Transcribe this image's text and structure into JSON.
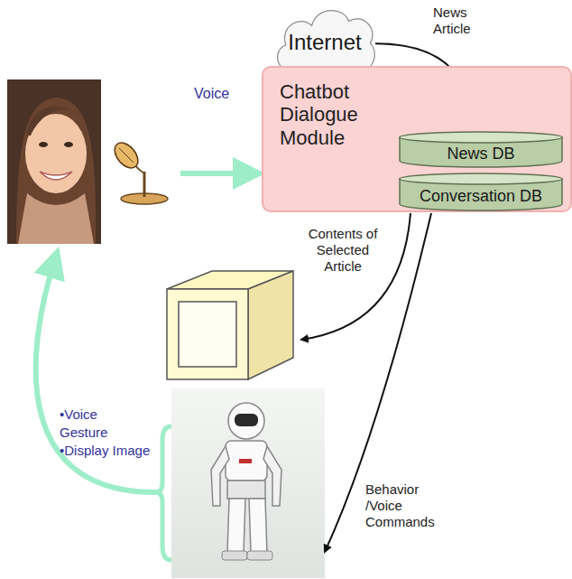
{
  "diagram": {
    "nodes": [
      {
        "text": [
          "Internet"
        ]
      },
      {
        "text": [
          "Chatbot Dialogue Module"
        ]
      },
      {
        "text": [
          "News DB"
        ],
        "in": 1
      },
      {
        "text": [
          "Conversation DB"
        ],
        "in": 1
      }
    ],
    "edges": [
      {
        "from": 0,
        "to": 2,
        "arrow": "to",
        "label": "News Article"
      }
    ],
    "labels": [
      "Voice",
      "Contents of Selected Article",
      "Behavior /Voice Commands",
      "•Voice",
      "Gesture",
      "•Display Image"
    ]
  }
}
